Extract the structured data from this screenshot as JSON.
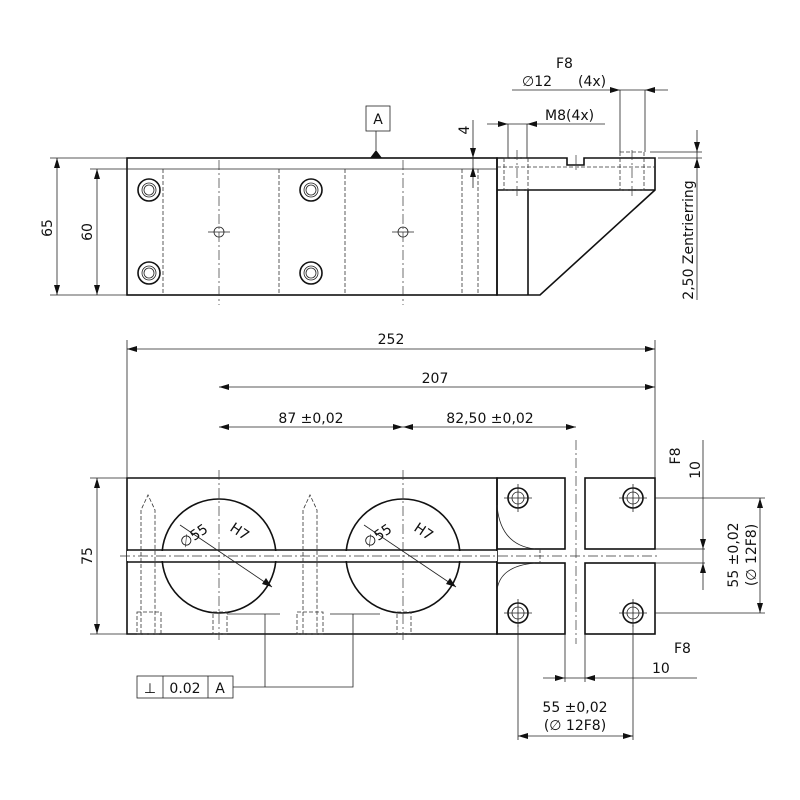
{
  "datum": {
    "label": "A"
  },
  "top_view": {
    "dim_overall_height": "65",
    "dim_body_height": "60",
    "dim_step": "4",
    "dim_centering_ring": "2,50 Zentrierring",
    "thread_callout": "M8(4x)",
    "bore_callout_fit": "F8",
    "bore_callout_dia": "∅12",
    "bore_callout_count": "(4x)"
  },
  "front_view": {
    "dim_total_length": "252",
    "dim_to_end": "207",
    "dim_bore_pitch": "87 ±0,02",
    "dim_to_centering": "82,50 ±0,02",
    "dim_width": "75",
    "bore_left_dia": "∅55",
    "bore_left_fit": "H7",
    "bore_right_dia": "∅55",
    "bore_right_fit": "H7",
    "right_fit": "F8",
    "right_slot": "10",
    "right_pitch": "55 ±0,02",
    "right_pitch_dia": "(∅ 12F8)",
    "bottom_fit": "F8",
    "bottom_slot": "10",
    "bottom_pitch": "55 ±0,02",
    "bottom_pitch_dia": "(∅ 12F8)"
  },
  "tolerance_frame": {
    "symbol": "⊥",
    "value": "0.02",
    "datum": "A"
  }
}
